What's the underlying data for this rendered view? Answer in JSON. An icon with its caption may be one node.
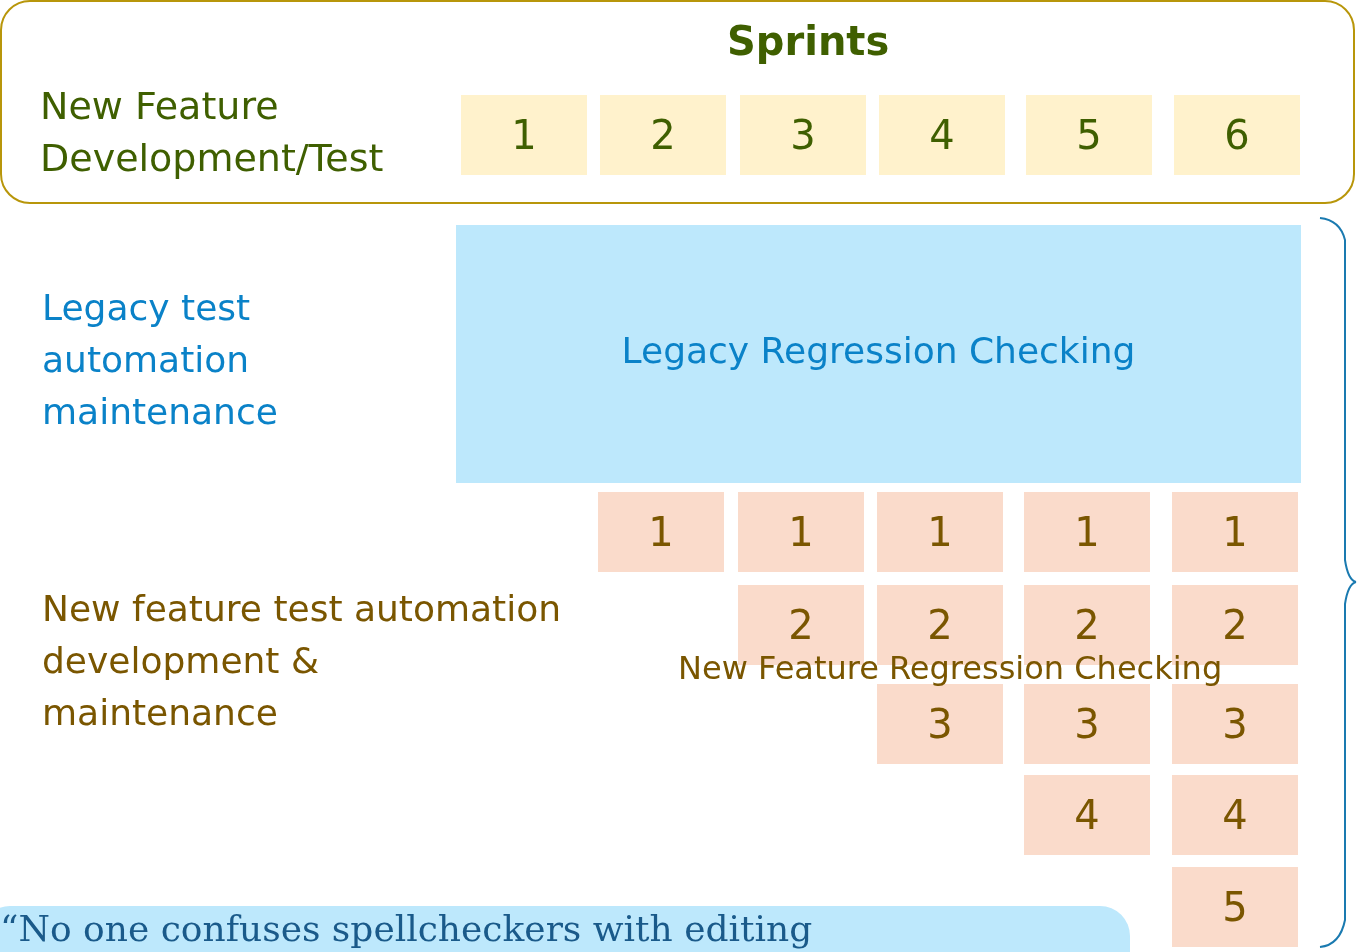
{
  "diagram": {
    "nodes": [
      {
        "text": [
          "Sprints",
          "New Feature Development/Test"
        ]
      },
      {
        "text": [
          "1"
        ],
        "in": 0
      },
      {
        "text": [
          "2"
        ],
        "in": 0
      },
      {
        "text": [
          "3"
        ],
        "in": 0
      },
      {
        "text": [
          "4"
        ],
        "in": 0
      },
      {
        "text": [
          "5"
        ],
        "in": 0
      },
      {
        "text": [
          "6"
        ],
        "in": 0
      },
      {
        "text": [
          "Legacy Regression Checking"
        ]
      },
      {
        "text": [
          "1"
        ]
      },
      {
        "text": [
          "1"
        ]
      },
      {
        "text": [
          "1"
        ]
      },
      {
        "text": [
          "1"
        ]
      },
      {
        "text": [
          "1"
        ]
      },
      {
        "text": [
          "2"
        ]
      },
      {
        "text": [
          "2"
        ]
      },
      {
        "text": [
          "2"
        ]
      },
      {
        "text": [
          "2"
        ]
      },
      {
        "text": [
          "3"
        ]
      },
      {
        "text": [
          "3"
        ]
      },
      {
        "text": [
          "3"
        ]
      },
      {
        "text": [
          "4"
        ]
      },
      {
        "text": [
          "4"
        ]
      },
      {
        "text": [
          "5"
        ]
      },
      {
        "text": [
          "“No one confuses spellcheckers with editing"
        ]
      }
    ],
    "edges": [],
    "labels": [
      "Legacy test automation maintenance",
      "New feature test automation development & maintenance",
      "New Feature Regression Checking"
    ]
  }
}
